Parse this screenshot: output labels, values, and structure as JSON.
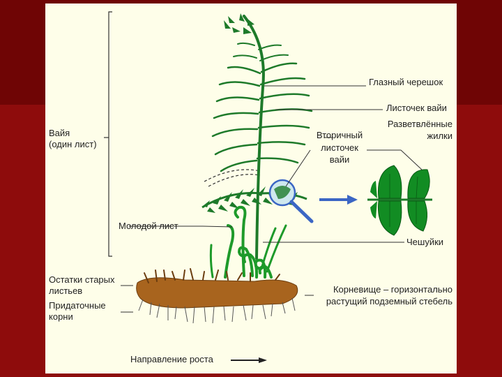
{
  "labels": {
    "frond_title": "Вайя",
    "frond_sub": "(один лист)",
    "eyed_petiole": "Глазный черешок",
    "frond_leaflet": "Листочек вайи",
    "branched_veins_1": "Разветвлённые",
    "branched_veins_2": "жилки",
    "secondary_1": "Вторичный",
    "secondary_2": "листочек",
    "secondary_3": "вайи",
    "young_leaf": "Молодой лист",
    "scales": "Чешуйки",
    "old_leaves_1": "Остатки старых",
    "old_leaves_2": "листьев",
    "adventitious_1": "Придаточные",
    "adventitious_2": "корни",
    "rhizome_1": "Корневище – горизонтально",
    "rhizome_2": "растущий подземный стебель",
    "growth_direction": "Направление роста"
  },
  "colors": {
    "frond_green": "#1e7a2a",
    "leaf_green": "#128c23",
    "rhizome_brown": "#a8641e",
    "arrow_blue": "#3b66c4"
  }
}
